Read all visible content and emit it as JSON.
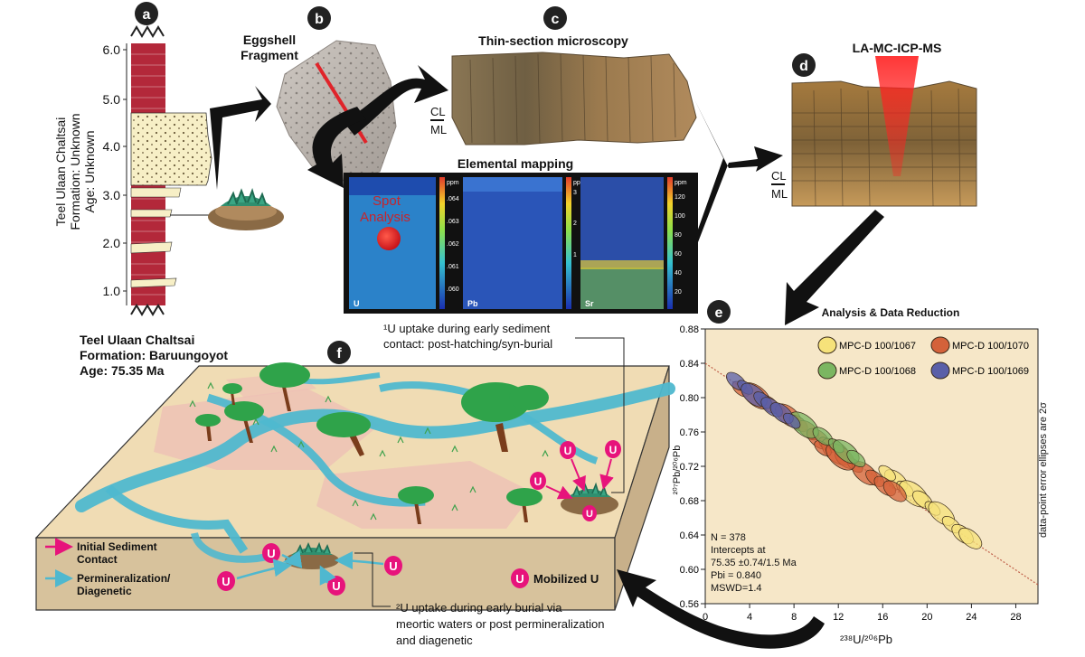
{
  "panels": {
    "a": "a",
    "b": "b",
    "c": "c",
    "d": "d",
    "e": "e",
    "f": "f"
  },
  "column": {
    "ticks": [
      "6.0",
      "5.0",
      "4.0",
      "3.0",
      "2.0",
      "1.0"
    ],
    "side_label": [
      "Teel Ulaan Chaltsai",
      "Formation: Unknown",
      "Age: Unknown"
    ]
  },
  "eggshell": {
    "title_line1": "Eggshell",
    "title_line2": "Fragment"
  },
  "thin_section": {
    "title": "Thin-section microscopy",
    "cl": "CL",
    "ml": "ML"
  },
  "la": {
    "title": "LA-MC-ICP-MS",
    "cl": "CL",
    "ml": "ML"
  },
  "mapping": {
    "title": "Elemental mapping",
    "spot_line1": "Spot",
    "spot_line2": "Analysis",
    "maps": [
      {
        "element": "U",
        "scale": [
          "ppm",
          ".064",
          ".063",
          ".062",
          ".061",
          ".060"
        ]
      },
      {
        "element": "Pb",
        "scale": [
          "ppm",
          "3",
          "2",
          "1"
        ]
      },
      {
        "element": "Sr",
        "scale": [
          "ppm",
          "120",
          "100",
          "80",
          "60",
          "40",
          "20"
        ]
      }
    ]
  },
  "formation": {
    "line1": "Teel Ulaan Chaltsai",
    "line2": "Formation: Baruungoyot",
    "line3": "Age: 75.35 Ma"
  },
  "uptake1": {
    "line1": "¹U uptake during early sediment",
    "line2": "contact: post-hatching/syn-burial"
  },
  "uptake2": {
    "line1": "²U uptake during early burial via",
    "line2": "meortic waters or post permineralization",
    "line3": "and diagenetic"
  },
  "legend_f": {
    "initial_line1": "Initial Sediment",
    "initial_line2": "Contact",
    "perm_line1": "Permineralization/",
    "perm_line2": "Diagenetic",
    "mobilized": "Mobilized U",
    "u": "U"
  },
  "colors": {
    "red_column": "#b3283a",
    "sand": "#f7efc6",
    "water": "#4fb8cf",
    "pink": "#e7137b",
    "block_top": "#f0dcb4",
    "block_side": "#d7c29c"
  },
  "chart_data": {
    "type": "scatter",
    "title": "Analysis & Data Reduction",
    "xlabel": "²³⁸U/²⁰⁶Pb",
    "ylabel": "²⁰⁷Pb/²⁰⁶Pb",
    "xlim": [
      0,
      30
    ],
    "ylim": [
      0.56,
      0.88
    ],
    "x_ticks": [
      0,
      4,
      8,
      12,
      16,
      20,
      24,
      28
    ],
    "y_ticks": [
      0.56,
      0.6,
      0.64,
      0.68,
      0.72,
      0.76,
      0.8,
      0.84,
      0.88
    ],
    "legend_position": "top",
    "side_note": "data-point error ellipses are 2σ",
    "stats": [
      "N = 378",
      "Intercepts at",
      "75.35 ±0.74/1.5 Ma",
      "Pbi = 0.840",
      "MSWD=1.4"
    ],
    "regression": {
      "intercept": 0.84,
      "slope": -0.0086
    },
    "series": [
      {
        "name": "MPC-D 100/1067",
        "color": "#f6e27a",
        "x": [
          17.2,
          18.0,
          18.8,
          19.6,
          20.5,
          21.3,
          22.2,
          23.2,
          23.9,
          16.4
        ],
        "y": [
          0.704,
          0.694,
          0.688,
          0.681,
          0.671,
          0.665,
          0.652,
          0.641,
          0.636,
          0.712
        ]
      },
      {
        "name": "MPC-D 100/1070",
        "color": "#d4623a",
        "x": [
          3.2,
          4.6,
          5.8,
          6.6,
          7.5,
          8.4,
          9.3,
          10.2,
          11.0,
          11.8,
          12.6,
          13.5,
          14.4,
          15.3,
          16.2,
          17.1,
          10.6,
          12.2
        ],
        "y": [
          0.81,
          0.802,
          0.792,
          0.786,
          0.779,
          0.77,
          0.762,
          0.752,
          0.745,
          0.737,
          0.728,
          0.721,
          0.712,
          0.706,
          0.697,
          0.691,
          0.741,
          0.731
        ]
      },
      {
        "name": "MPC-D 100/1068",
        "color": "#7bb661",
        "x": [
          8.9,
          10.6,
          11.8,
          12.7,
          13.6
        ],
        "y": [
          0.768,
          0.755,
          0.744,
          0.737,
          0.729
        ]
      },
      {
        "name": "MPC-D 100/1069",
        "color": "#5a5fa8",
        "x": [
          2.8,
          3.6,
          4.4,
          5.2,
          6.0,
          6.9,
          7.8
        ],
        "y": [
          0.819,
          0.812,
          0.803,
          0.797,
          0.789,
          0.782,
          0.773
        ]
      }
    ]
  }
}
